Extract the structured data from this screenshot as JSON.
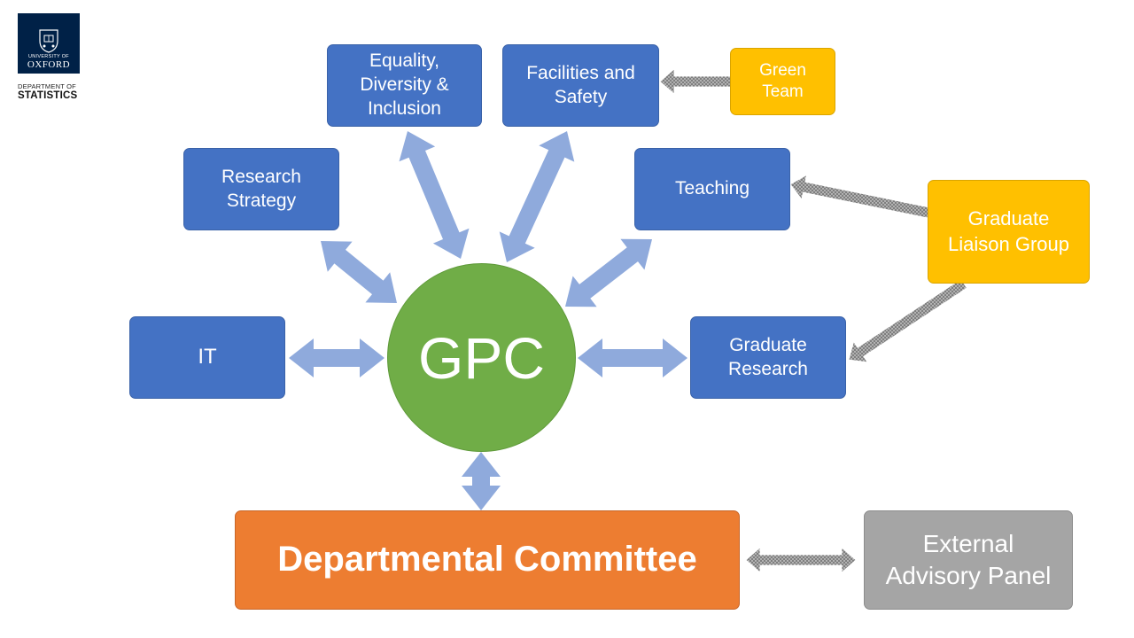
{
  "logo": {
    "university": "UNIVERSITY OF",
    "name": "OXFORD",
    "dept_line1": "DEPARTMENT OF",
    "dept_line2": "STATISTICS",
    "icon": "oxford-crest-icon"
  },
  "center": {
    "label": "GPC",
    "color": "#70ad47"
  },
  "committees": {
    "equality": "Equality,\nDiversity &\nInclusion",
    "facilities": "Facilities and\nSafety",
    "research_strategy": "Research\nStrategy",
    "teaching": "Teaching",
    "it": "IT",
    "graduate_research": "Graduate\nResearch"
  },
  "groups": {
    "green_team": "Green\nTeam",
    "graduate_liaison": "Graduate\nLiaison Group"
  },
  "departmental_committee": "Departmental Committee",
  "external_panel": "External\nAdvisory Panel",
  "colors": {
    "committee_blue": "#4472c4",
    "arrow_blue": "#8faadc",
    "group_yellow": "#ffc000",
    "dept_orange": "#ed7d31",
    "panel_grey": "#a5a5a5",
    "dotted_arrow": "#7f7f7f"
  }
}
